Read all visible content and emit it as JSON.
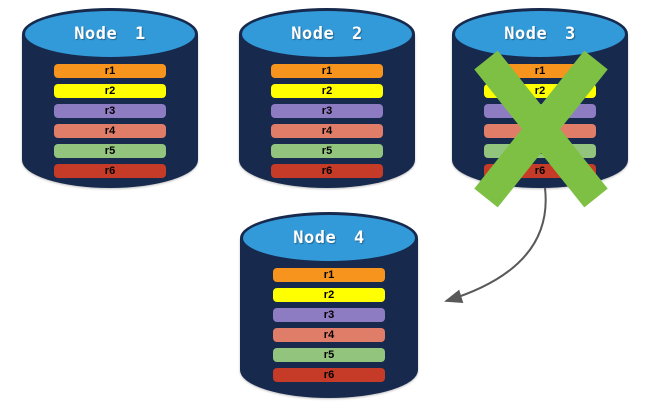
{
  "diagram": {
    "nodes": [
      {
        "id": "node-1",
        "label": "Node 1",
        "status": "up",
        "rows": [
          "r1",
          "r2",
          "r3",
          "r4",
          "r5",
          "r6"
        ]
      },
      {
        "id": "node-2",
        "label": "Node 2",
        "status": "up",
        "rows": [
          "r1",
          "r2",
          "r3",
          "r4",
          "r5",
          "r6"
        ]
      },
      {
        "id": "node-3",
        "label": "Node 3",
        "status": "failed",
        "rows": [
          "r1",
          "r2",
          "r3",
          "r4",
          "r5",
          "r6"
        ]
      },
      {
        "id": "node-4",
        "label": "Node 4",
        "status": "up",
        "rows": [
          "r1",
          "r2",
          "r3",
          "r4",
          "r5",
          "r6"
        ]
      }
    ],
    "row_colors": [
      "#F7941D",
      "#FFFF00",
      "#8E7CC3",
      "#E07D68",
      "#93C47E",
      "#C53B27"
    ],
    "icons": {
      "failure": "failure-x-icon",
      "transfer": "replication-arrow-icon"
    },
    "colors": {
      "cylinder_body": "#172A4E",
      "cylinder_top": "#339AD9",
      "node_label_text": "#FFFFFF",
      "row_label_text": "#000000",
      "failure_x": "#7EC043",
      "arrow": "#595959",
      "background": "#FFFFFF"
    }
  }
}
